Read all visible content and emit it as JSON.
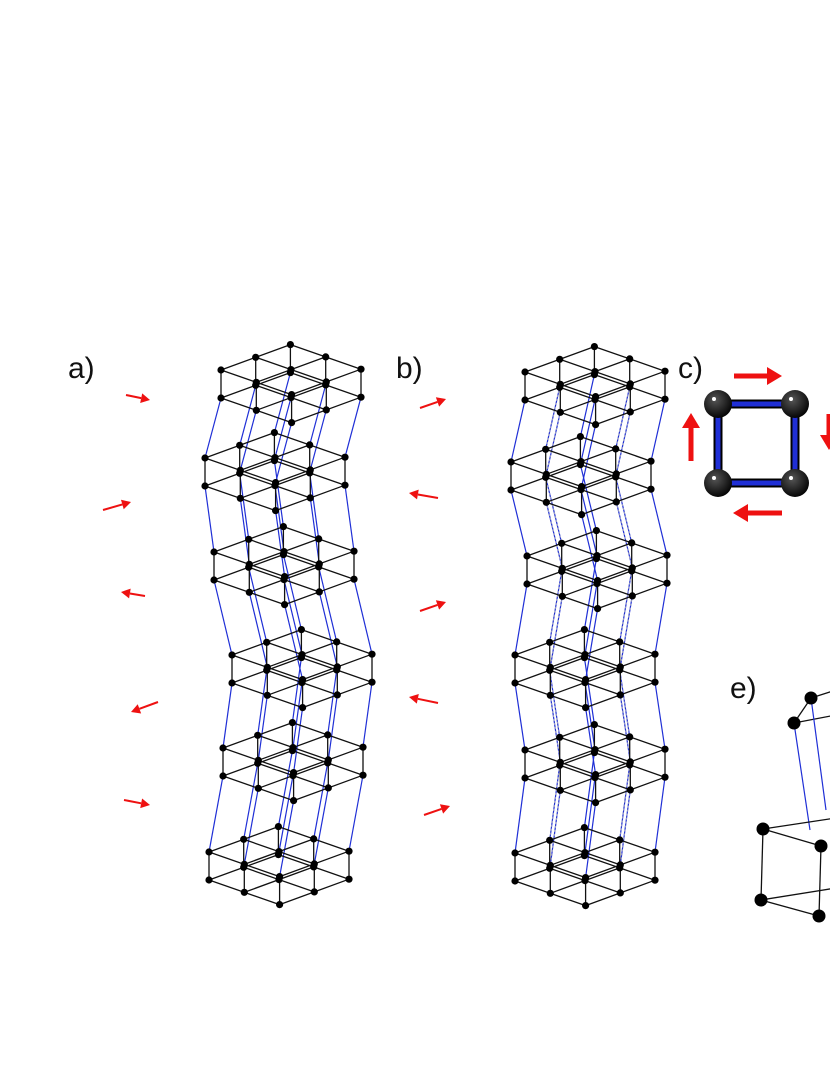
{
  "figure": {
    "panels": [
      {
        "id": "a",
        "label": "a)"
      },
      {
        "id": "b",
        "label": "b)"
      },
      {
        "id": "c",
        "label": "c)"
      },
      {
        "id": "e",
        "label": "e)"
      }
    ],
    "colors": {
      "atom": "#000000",
      "bond_intra_layer": "#111111",
      "bond_inter_layer": "#1f2fd6",
      "force_arrow": "#ee1111",
      "guide_dotted": "#b5b5b5",
      "background": "#ffffff"
    },
    "panel_a_force_directions": [
      "right",
      "right",
      "left",
      "left",
      "right"
    ],
    "panel_b_force_directions": [
      "right",
      "left",
      "right",
      "left",
      "right"
    ],
    "panel_c_force_directions": [
      "right",
      "down",
      "left",
      "up"
    ]
  }
}
